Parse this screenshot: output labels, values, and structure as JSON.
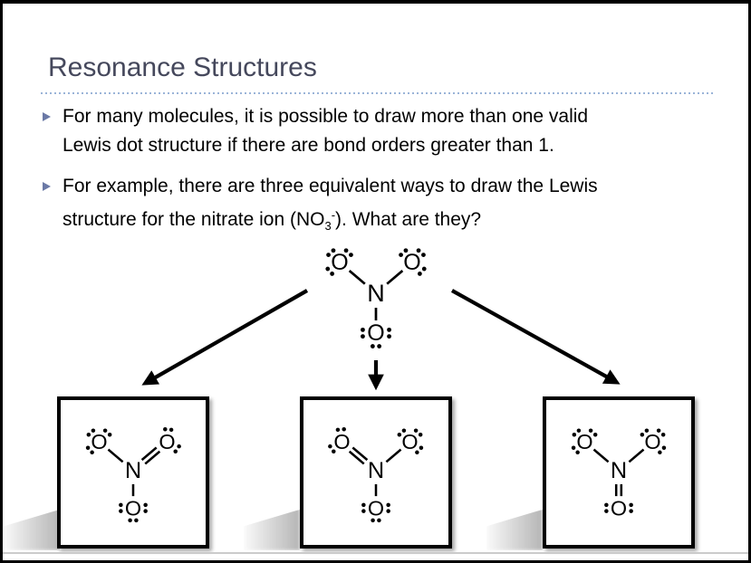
{
  "slide": {
    "title": "Resonance Structures",
    "bullets": [
      {
        "lines": [
          "For many molecules, it is possible to draw more than one valid",
          "Lewis dot structure if there are bond orders greater than 1."
        ]
      },
      {
        "lines": [
          "For example, there are three equivalent ways to draw the Lewis"
        ],
        "formula_line": {
          "pre": "structure for the nitrate ion (NO",
          "sub": "3",
          "sup": "-",
          "post": "). What are they?"
        }
      }
    ]
  },
  "diagram": {
    "symbols": {
      "nitrogen": "N",
      "oxygen": "O"
    },
    "central_structure": {
      "label": "nitrate-ion",
      "double_bond": "none"
    },
    "resonance_structures": [
      {
        "label": "resonance-structure-1",
        "double_bond": "top-right"
      },
      {
        "label": "resonance-structure-2",
        "double_bond": "top-left"
      },
      {
        "label": "resonance-structure-3",
        "double_bond": "bottom"
      }
    ]
  },
  "colors": {
    "title": "#45485c",
    "divider_dotted": "#9ab4d8",
    "bullet_marker": "#6b79a6",
    "body_text": "#000000",
    "structure_ink": "#000000",
    "bottom_rule": "#cbcbcb"
  }
}
